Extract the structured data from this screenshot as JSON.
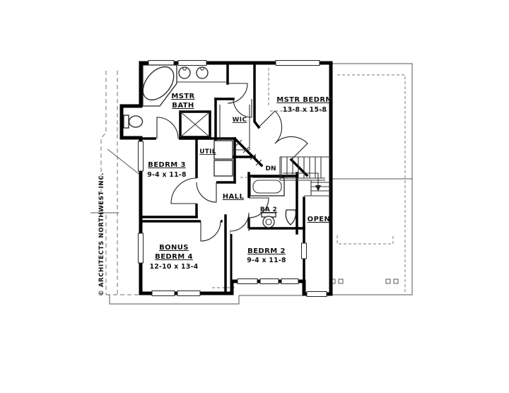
{
  "floor_plan": {
    "rooms": {
      "mstr_bath": {
        "line1": "MSTR",
        "line2": "BATH"
      },
      "wic": {
        "name": "WIC"
      },
      "mstr_bedrm": {
        "name": "MSTR BEDRM",
        "dims": "13-8 x 15-8"
      },
      "bedrm3": {
        "name": "BEDRM 3",
        "dims": "9-4 x 11-8"
      },
      "util": {
        "name": "UTIL"
      },
      "hall": {
        "name": "HALL"
      },
      "ba2": {
        "name": "BA 2"
      },
      "open": {
        "name": "OPEN"
      },
      "bonus_bedrm4": {
        "line1": "BONUS",
        "line2": "BEDRM 4",
        "dims": "12-10 x 13-4"
      },
      "bedrm2": {
        "name": "BEDRM 2",
        "dims": "9-4 x 11-8"
      }
    },
    "stairs": {
      "direction_label": "DN"
    },
    "copyright": {
      "text": "© ARCHITECTS NORTHWEST INC."
    },
    "colors": {
      "wall": "#000000",
      "line": "#333333",
      "dashed_outline": "#8a8a8a",
      "background": "#ffffff",
      "ink": "#111111"
    }
  }
}
